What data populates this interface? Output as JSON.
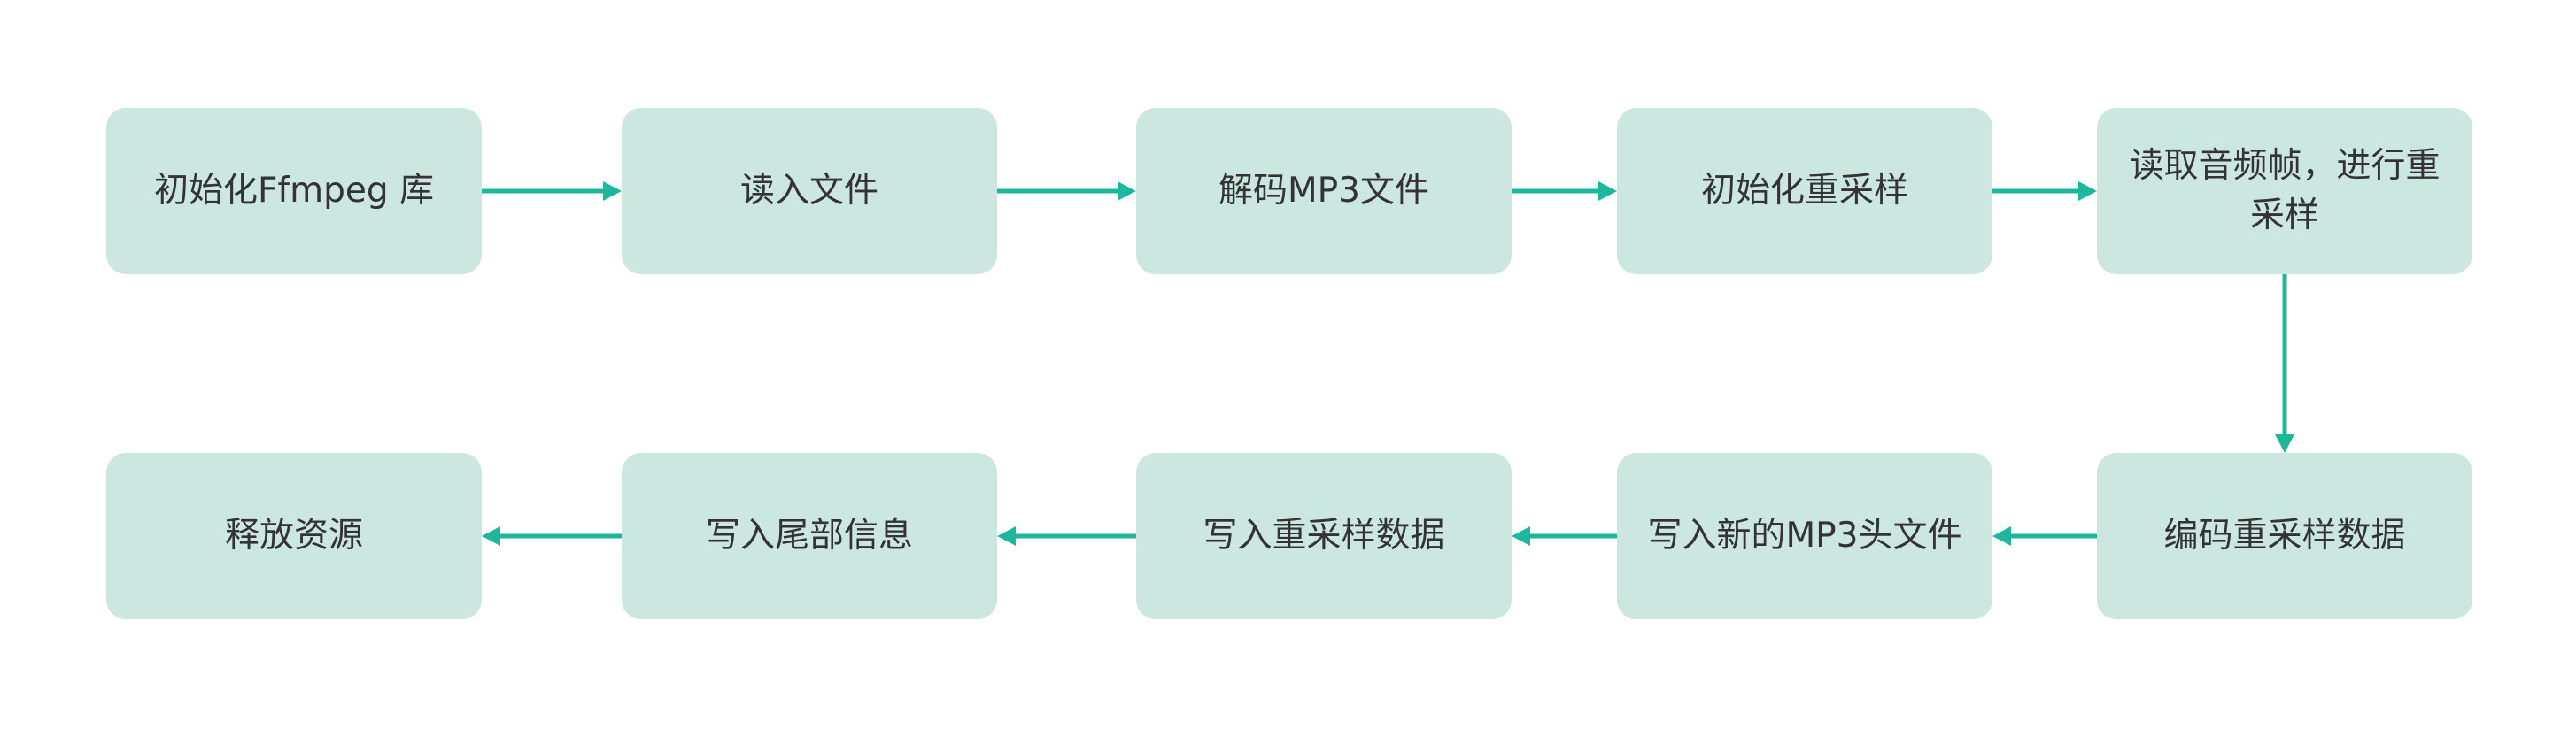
{
  "diagram": {
    "nodes": [
      {
        "id": "n1",
        "label": "初始化Ffmpeg 库"
      },
      {
        "id": "n2",
        "label": "读入文件"
      },
      {
        "id": "n3",
        "label": "解码MP3文件"
      },
      {
        "id": "n4",
        "label": "初始化重采样"
      },
      {
        "id": "n5",
        "label": "读取音频帧，进行重采样"
      },
      {
        "id": "n6",
        "label": "编码重采样数据"
      },
      {
        "id": "n7",
        "label": "写入新的MP3头文件"
      },
      {
        "id": "n8",
        "label": "写入重采样数据"
      },
      {
        "id": "n9",
        "label": "写入尾部信息"
      },
      {
        "id": "n10",
        "label": "释放资源"
      }
    ],
    "edges": [
      {
        "from": "n1",
        "to": "n2"
      },
      {
        "from": "n2",
        "to": "n3"
      },
      {
        "from": "n3",
        "to": "n4"
      },
      {
        "from": "n4",
        "to": "n5"
      },
      {
        "from": "n5",
        "to": "n6"
      },
      {
        "from": "n6",
        "to": "n7"
      },
      {
        "from": "n7",
        "to": "n8"
      },
      {
        "from": "n8",
        "to": "n9"
      },
      {
        "from": "n9",
        "to": "n10"
      }
    ],
    "colors": {
      "node_fill": "#cce7df",
      "arrow": "#1fb79b",
      "text": "#333333"
    }
  }
}
